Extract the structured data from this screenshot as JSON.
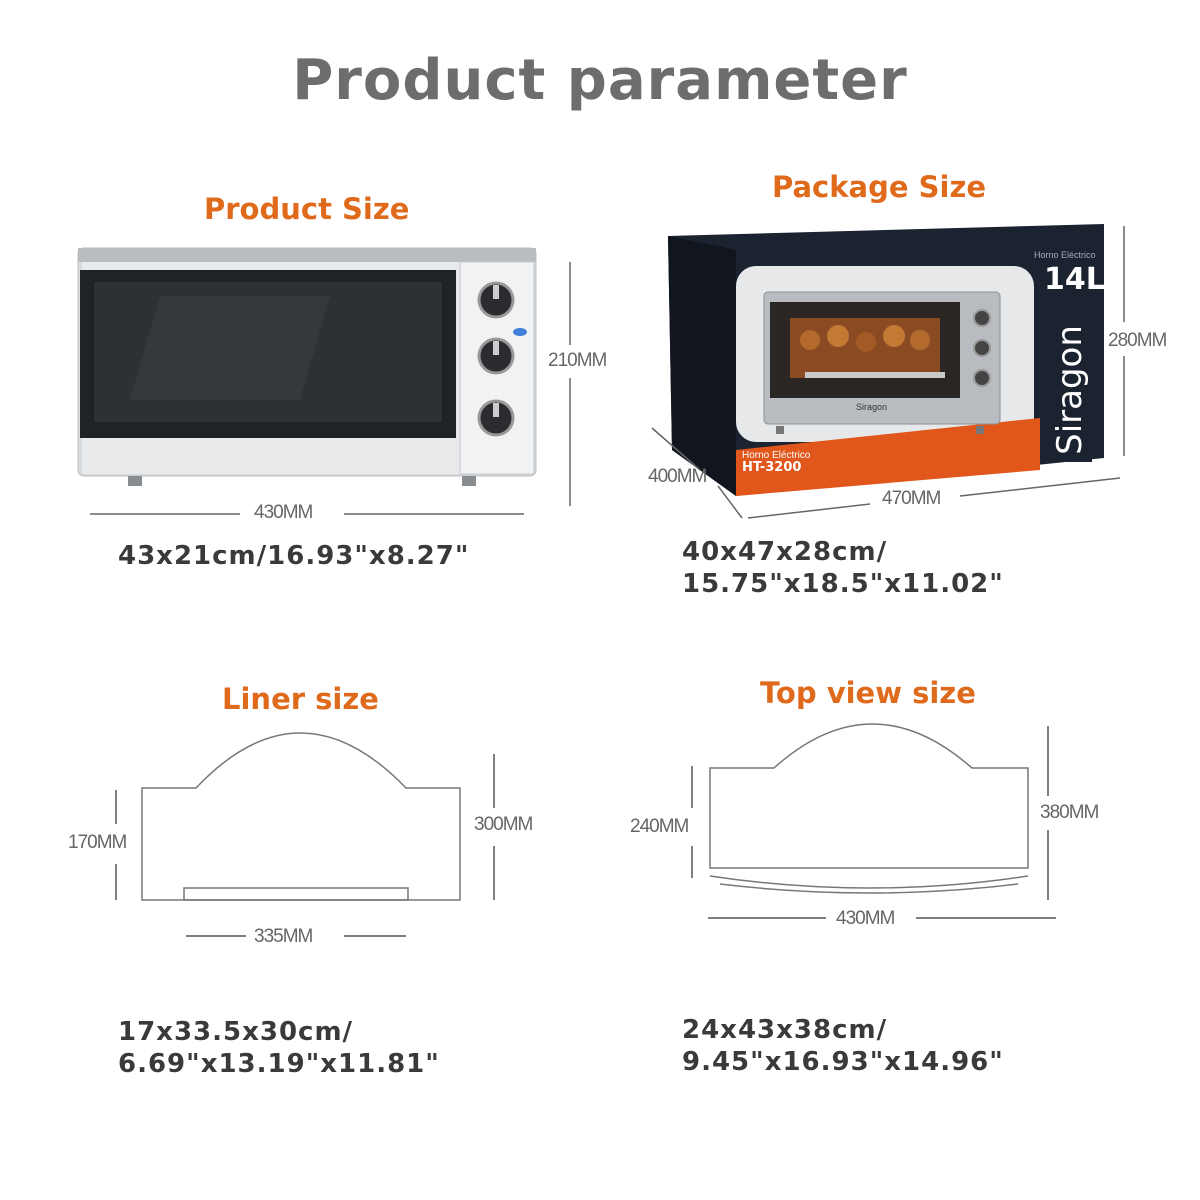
{
  "title": "Product parameter",
  "sections": {
    "product": {
      "title": "Product Size",
      "dims": {
        "width": "430MM",
        "height": "210MM"
      },
      "spec": "43x21cm/16.93\"x8.27\""
    },
    "package": {
      "title": "Package Size",
      "dims": {
        "height": "280MM",
        "depth": "400MM",
        "width": "470MM"
      },
      "spec_line1": "40x47x28cm/",
      "spec_line2": "15.75\"x18.5\"x11.02\"",
      "box": {
        "capacity": "14L",
        "brand": "Siragon",
        "type_small": "Horno Eléctrico",
        "model_caption": "Horno Eléctrico",
        "model": "HT-3200",
        "oven_label": "Siragon"
      }
    },
    "liner": {
      "title": "Liner size",
      "dims": {
        "left": "170MM",
        "right": "300MM",
        "bottom": "335MM"
      },
      "spec_line1": "17x33.5x30cm/",
      "spec_line2": "6.69\"x13.19\"x11.81\""
    },
    "top": {
      "title": "Top view size",
      "dims": {
        "left": "240MM",
        "right": "380MM",
        "bottom": "430MM"
      },
      "spec_line1": "24x43x38cm/",
      "spec_line2": "9.45\"x16.93\"x14.96\""
    }
  },
  "colors": {
    "accent": "#e06a1c",
    "title_gray": "#6d6d6d",
    "spec_dark": "#3a3a3a",
    "box_dark": "#1b2230",
    "box_orange": "#e0561b"
  }
}
